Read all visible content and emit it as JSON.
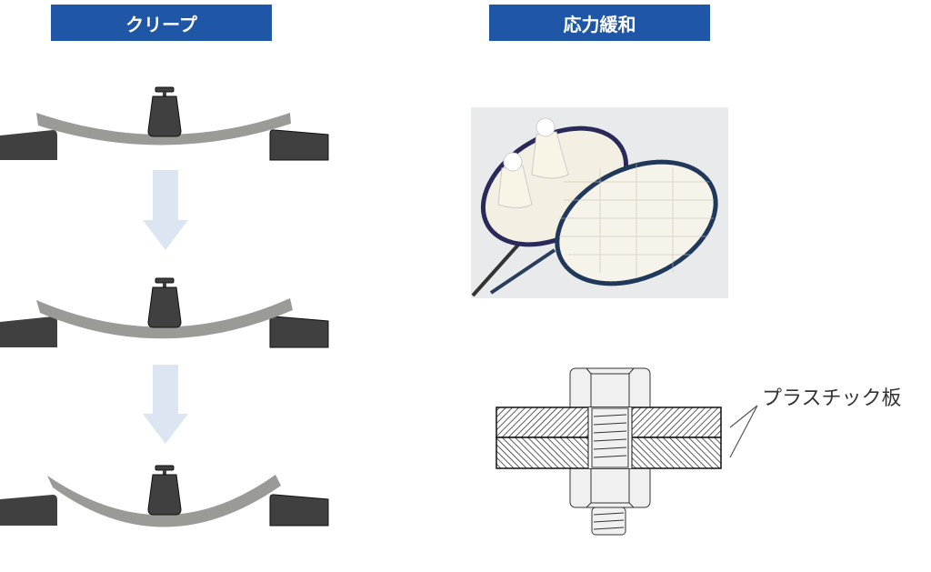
{
  "headers": {
    "creep": "クリープ",
    "stress_relaxation": "応力緩和"
  },
  "bolt_diagram": {
    "label": "プラスチック板"
  },
  "colors": {
    "header": "#1f56a6",
    "beam": "#9a9a96",
    "support": "#404040",
    "arrow": "#dce6f2"
  }
}
